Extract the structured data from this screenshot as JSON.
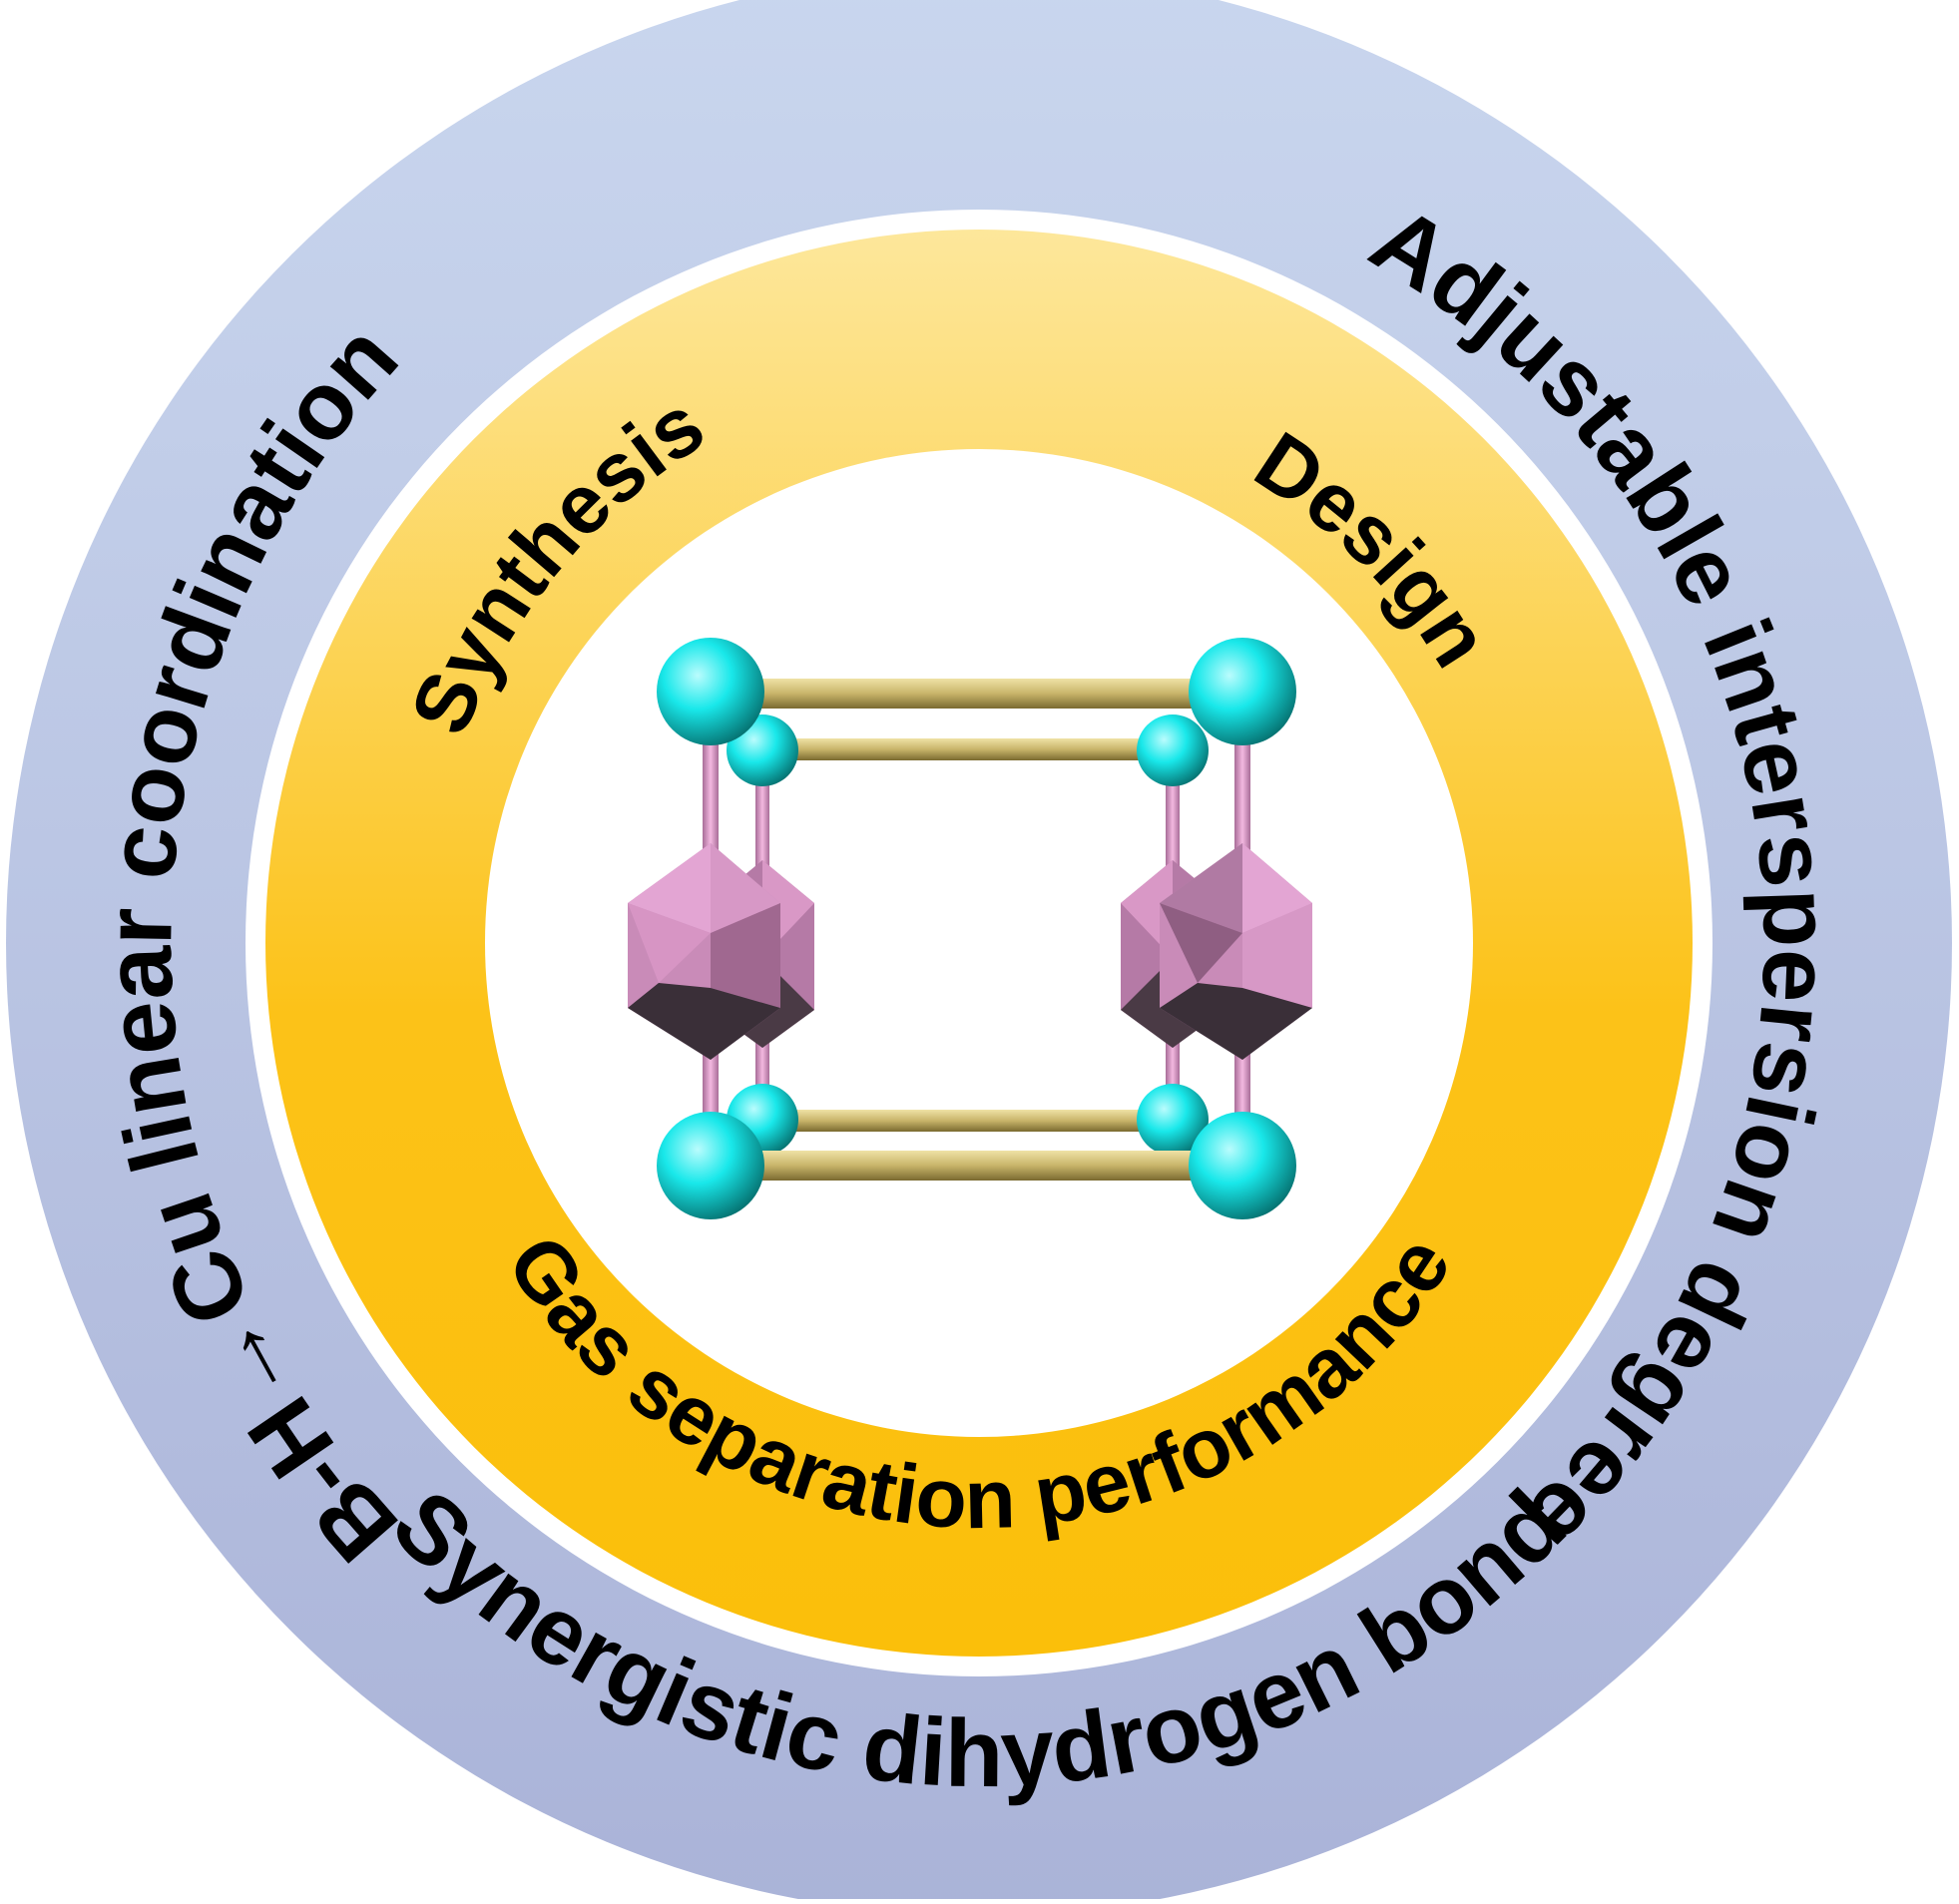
{
  "outer_ring": {
    "labels": {
      "left": "B-H→Cu linear coordination",
      "right": "Adjustable interspersion degree",
      "bottom": "Synergistic dihydrogen bond"
    },
    "colors": {
      "top": "#c9d6ee",
      "bottom": "#aab3d8"
    }
  },
  "inner_ring": {
    "labels": {
      "left": "Synthesis",
      "right": "Design",
      "bottom": "Gas separation performance"
    },
    "colors": {
      "top": "#fde79b",
      "bottom": "#fbbf0a"
    }
  },
  "molecule": {
    "node_color": "#19e8ea",
    "link_color": "#c8b46a",
    "cage_color": "#d98fc3",
    "rod_color": "#d98fc3"
  }
}
